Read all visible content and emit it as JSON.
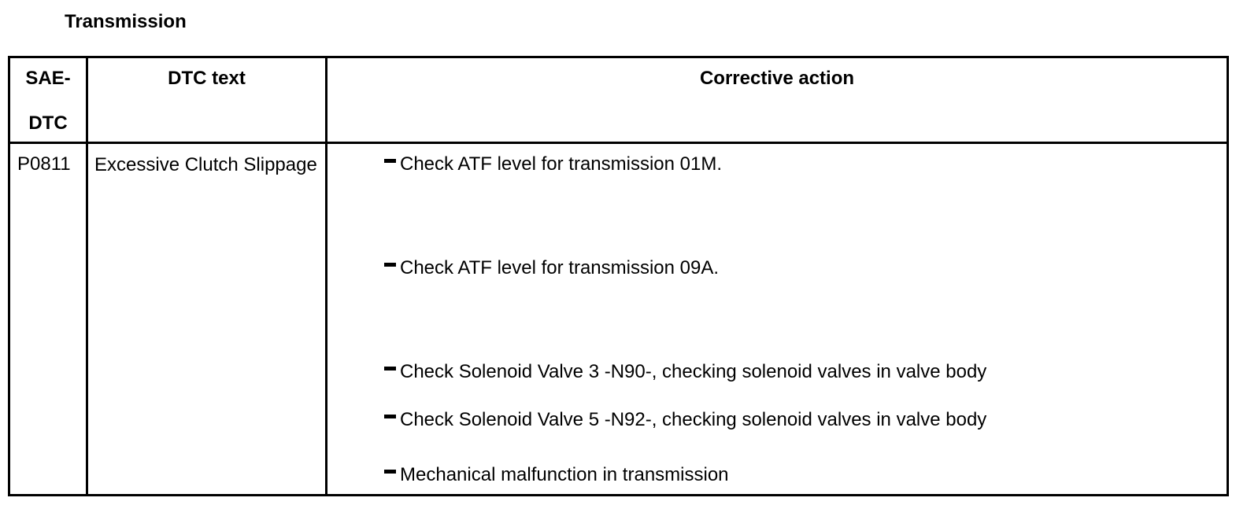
{
  "page": {
    "title": "Transmission"
  },
  "colors": {
    "text": "#000000",
    "background": "#ffffff",
    "border": "#000000"
  },
  "table": {
    "header": {
      "col1_line1": "SAE-",
      "col1_line2": "DTC",
      "col2": "DTC text",
      "col3": "Corrective action"
    },
    "row": {
      "code": "P0811",
      "dtc_text": "Excessive Clutch Slippage",
      "actions": [
        {
          "text": "Check ATF level for transmission 01M.",
          "gap_after": "large"
        },
        {
          "text": "Check ATF level for transmission 09A.",
          "gap_after": "large"
        },
        {
          "text": "Check Solenoid Valve 3 -N90-, checking solenoid valves in valve body",
          "gap_after": "small"
        },
        {
          "text": "Check Solenoid Valve 5 -N92-, checking solenoid valves in valve body",
          "gap_after": "medium"
        },
        {
          "text": "Mechanical malfunction in transmission",
          "gap_after": "none"
        }
      ]
    }
  }
}
